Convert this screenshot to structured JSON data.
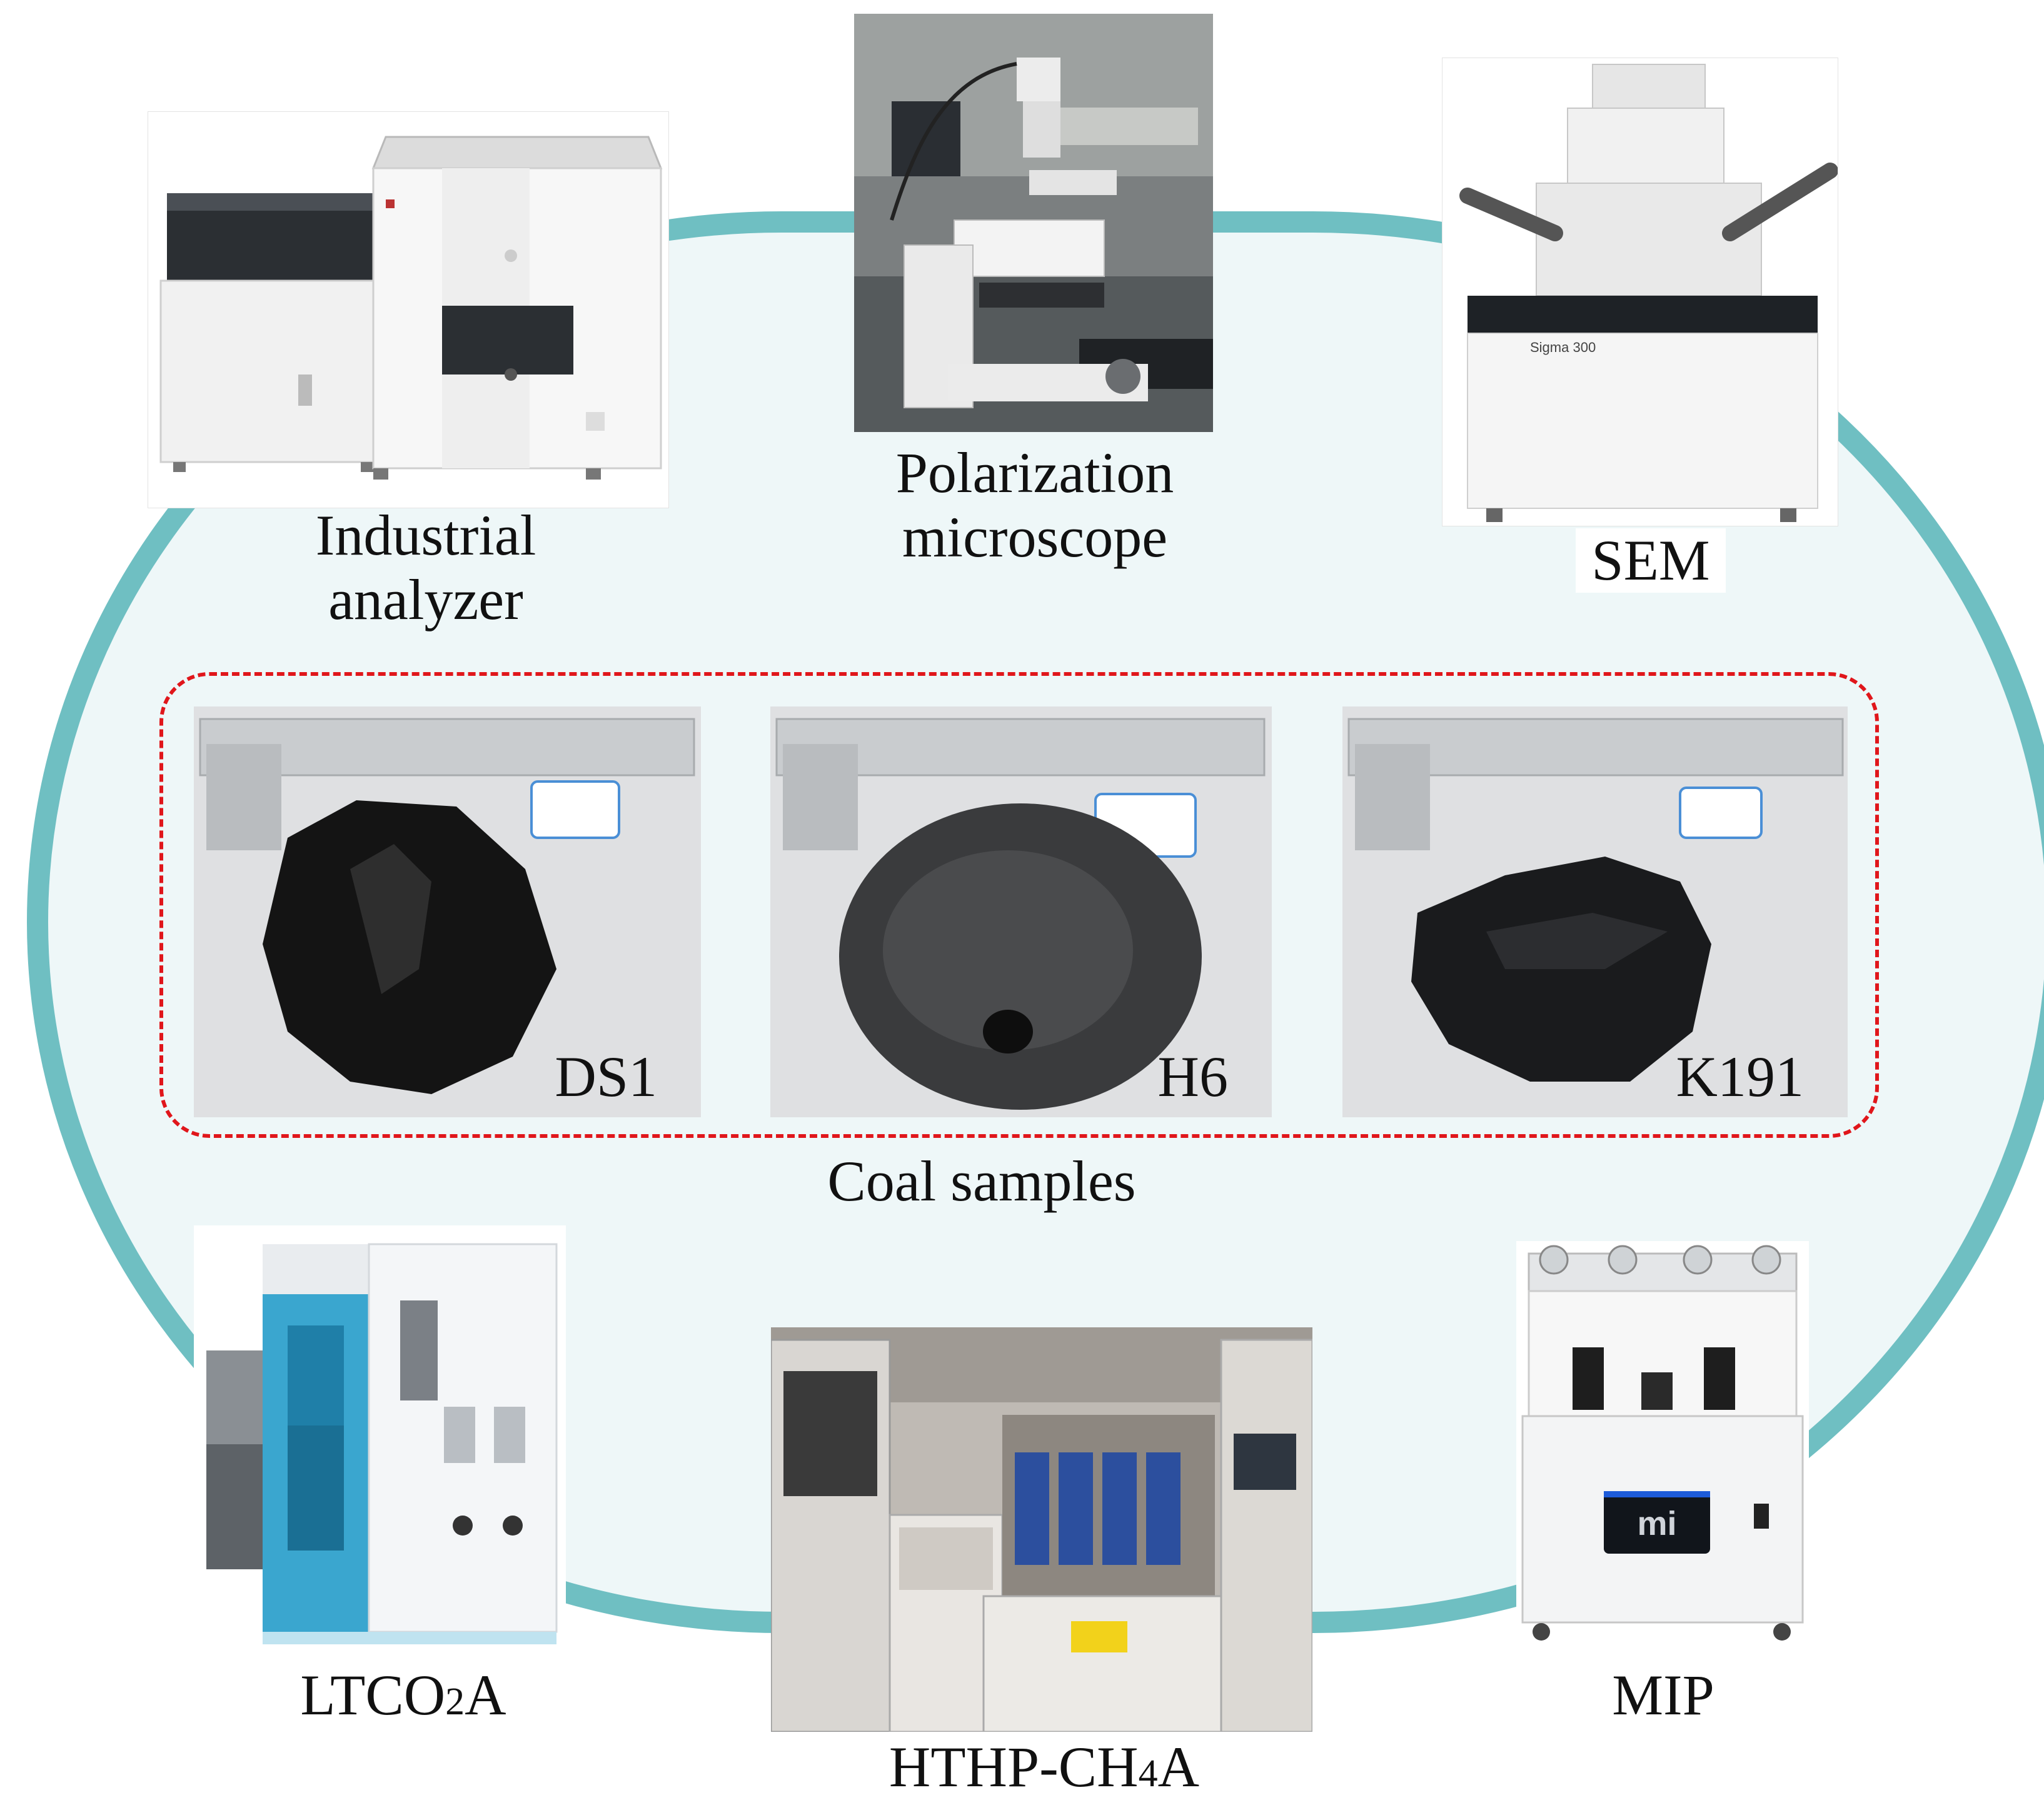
{
  "colors": {
    "ring": "#6fbfc2",
    "ring_fill": "#eef7f8",
    "dashed_border": "#e0161b"
  },
  "equipment": {
    "industrial_analyzer": {
      "label_line1": "Industrial",
      "label_line2": "analyzer",
      "icon": "industrial-analyzer-photo"
    },
    "polarization_microscope": {
      "label_line1": "Polarization",
      "label_line2": "microscope",
      "icon": "microscope-photo"
    },
    "sem": {
      "label": "SEM",
      "icon": "sem-photo",
      "brand_text": "Sigma 300"
    },
    "ltco2a": {
      "label_prefix": "LTCO",
      "label_sub": "2",
      "label_suffix": "A",
      "icon": "adsorption-analyzer-photo"
    },
    "hthp_ch4a": {
      "label_prefix": "HTHP-CH",
      "label_sub": "4",
      "label_suffix": "A",
      "icon": "high-pressure-apparatus-photo"
    },
    "mip": {
      "label": "MIP",
      "icon": "mercury-porosimeter-photo",
      "logo_text": "mi"
    }
  },
  "coal_samples": {
    "caption": "Coal samples",
    "samples": [
      {
        "code": "DS1",
        "icon": "coal-sample-photo"
      },
      {
        "code": "H6",
        "icon": "coal-sample-photo"
      },
      {
        "code": "K191",
        "icon": "coal-sample-photo"
      }
    ]
  }
}
